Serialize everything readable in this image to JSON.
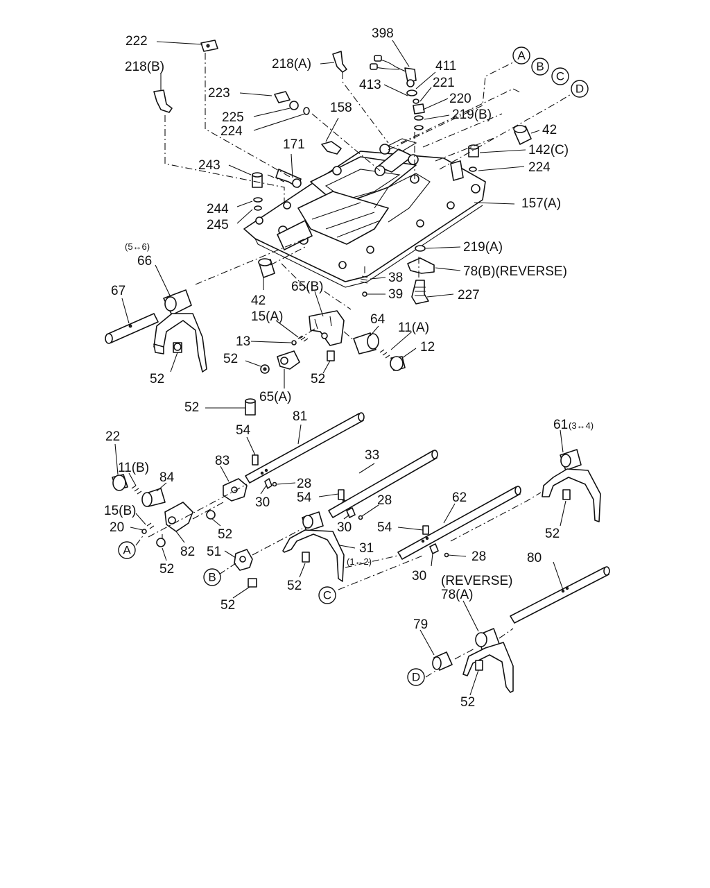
{
  "labels": {
    "l398": "398",
    "l222": "222",
    "l218b": "218(B)",
    "l218a": "218(A)",
    "l411": "411",
    "l413": "413",
    "l221": "221",
    "l220": "220",
    "l219b": "219(B)",
    "l223": "223",
    "l225": "225",
    "l224a": "224",
    "l158": "158",
    "l171": "171",
    "l42a": "42",
    "l142c": "142(C)",
    "l224b": "224",
    "l243": "243",
    "l157a": "157(A)",
    "l244": "244",
    "l245": "245",
    "l219a": "219(A)",
    "l56": "(5↔6)",
    "l66": "66",
    "l78b": "78(B)(REVERSE)",
    "l38": "38",
    "l39": "39",
    "l227": "227",
    "l42b": "42",
    "l65b": "65(B)",
    "l67": "67",
    "l15a": "15(A)",
    "l64": "64",
    "l11a": "11(A)",
    "l13": "13",
    "l12": "12",
    "l52a": "52",
    "l52b": "52",
    "l52c": "52",
    "l65a": "65(A)",
    "l52d": "52",
    "l81": "81",
    "l54a": "54",
    "l33": "33",
    "l61": "61",
    "l61sub": "(3↔4)",
    "l22": "22",
    "l83": "83",
    "l11b": "11(B)",
    "l84": "84",
    "l28a": "28",
    "l30a": "30",
    "l54b": "54",
    "l28b": "28",
    "l62": "62",
    "l15b": "15(B)",
    "l52e": "52",
    "l30b": "30",
    "l54c": "54",
    "l52f": "52",
    "l20": "20",
    "l82": "82",
    "l31": "31",
    "l12sub": "(1↔2)",
    "l28c": "28",
    "l51": "51",
    "l52g": "52",
    "l52h": "52",
    "l30c": "30",
    "l52i": "52",
    "l80": "80",
    "lrev": "(REVERSE)",
    "l78a": "78(A)",
    "l79": "79",
    "l52j": "52"
  },
  "callouts": {
    "a": "A",
    "b": "B",
    "c": "C",
    "d": "D",
    "a2": "A",
    "b2": "B",
    "c2": "C",
    "d2": "D"
  }
}
